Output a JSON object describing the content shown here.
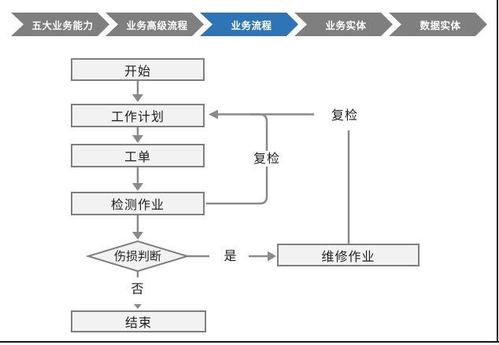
{
  "nav": {
    "items": [
      {
        "label": "五大业务能力",
        "active": false
      },
      {
        "label": "业务高级流程",
        "active": false
      },
      {
        "label": "业务流程",
        "active": true
      },
      {
        "label": "业务实体",
        "active": false
      },
      {
        "label": "数据实体",
        "active": false
      }
    ]
  },
  "flowchart": {
    "nodes": {
      "start": "开始",
      "work_plan": "工作计划",
      "work_order": "工单",
      "inspection_job": "检测作业",
      "damage_judgment": "伤损判断",
      "repair_job": "维修作业",
      "end": "结束"
    },
    "edge_labels": {
      "recheck_inner": "复检",
      "recheck_outer": "复检",
      "yes": "是",
      "no": "否"
    }
  },
  "colors": {
    "chevron_inactive": "#7f7f7f",
    "chevron_active": "#2e75b6",
    "chevron_text": "#ffffff",
    "node_fill": "#f2f2f2",
    "node_border": "#7f7f7f",
    "connector": "#8a8a8a",
    "text": "#1f1f1f",
    "page_edge": "#161616"
  }
}
